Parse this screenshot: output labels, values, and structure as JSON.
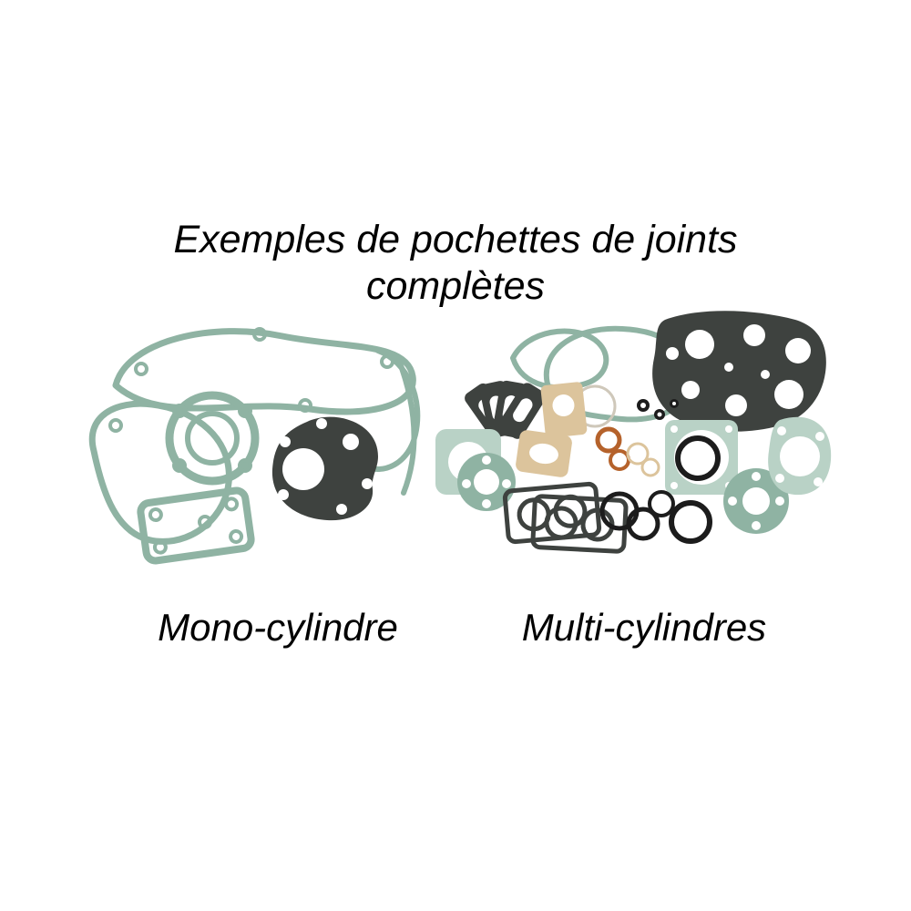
{
  "title": {
    "line1": "Exemples de pochettes de joints",
    "line2": "complètes"
  },
  "labels": {
    "mono": "Mono-cylindre",
    "multi": "Multi-cylindres"
  },
  "images": {
    "left": "mono-cylinder-complete-gasket-kit",
    "right": "multi-cylinder-complete-gasket-kit"
  },
  "colors": {
    "background": "#ffffff",
    "text": "#000000",
    "gasket_teal": "#8fb3a3",
    "gasket_teal_light": "#b9d2c6",
    "gasket_dark": "#3e423f",
    "gasket_black": "#1c1c1c",
    "gasket_copper": "#b5622b",
    "gasket_tan": "#dcc49c"
  }
}
